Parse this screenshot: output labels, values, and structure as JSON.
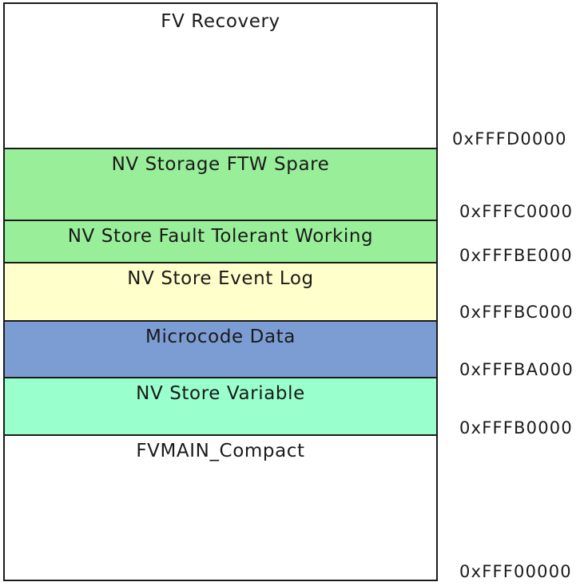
{
  "regions": [
    {
      "label": "FV Recovery",
      "color": "#ffffff"
    },
    {
      "label": "NV Storage FTW Spare",
      "color": "#99ee99"
    },
    {
      "label": "NV Store Fault Tolerant Working",
      "color": "#99ee99"
    },
    {
      "label": "NV Store Event Log",
      "color": "#ffffcc"
    },
    {
      "label": "Microcode Data",
      "color": "#7b9dd3"
    },
    {
      "label": "NV Store Variable",
      "color": "#99ffcc"
    },
    {
      "label": "FVMAIN_Compact",
      "color": "#ffffff"
    }
  ],
  "addresses": [
    "0xFFFD0000",
    "0xFFFC0000",
    "0xFFFBE000",
    "0xFFFBC000",
    "0xFFFBA000",
    "0xFFFB0000",
    "0xFFF00000"
  ]
}
